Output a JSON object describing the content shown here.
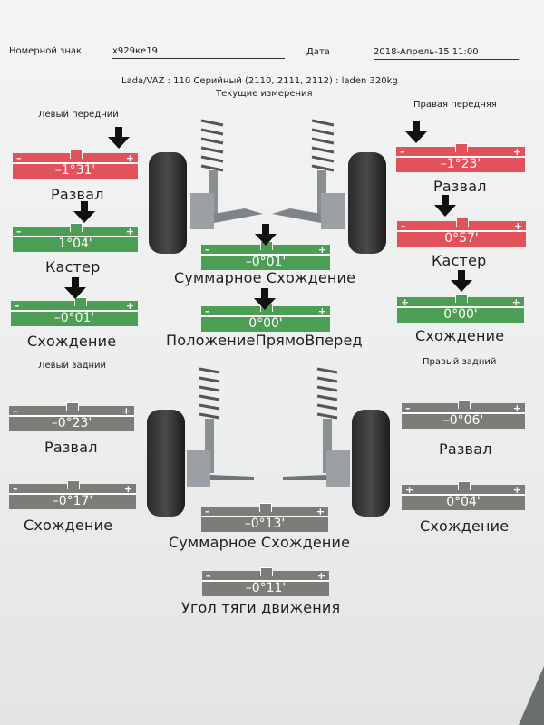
{
  "header": {
    "plate_label": "Номерной знак",
    "plate_value": "x929ке19",
    "date_label": "Дата",
    "date_value": "2018-Апрель-15 11:00",
    "vehicle": "Lada/VAZ : 110 Серийный (2110, 2111, 2112) : laden 320kg",
    "section_current": "Текущие измерения"
  },
  "front": {
    "left_title": "Левый передний",
    "right_title": "Правая передняя",
    "left": {
      "camber": {
        "value": "–1°31'",
        "label": "Развал"
      },
      "caster": {
        "value": "1°04'",
        "label": "Кастер"
      },
      "toe": {
        "value": "–0°01'",
        "label": "Схождение"
      }
    },
    "right": {
      "camber": {
        "value": "–1°23'",
        "label": "Развал"
      },
      "caster": {
        "value": "0°57'",
        "label": "Кастер"
      },
      "toe": {
        "value": "0°00'",
        "label": "Схождение"
      }
    },
    "total_toe": {
      "value": "–0°01'",
      "label": "Суммарное Схождение"
    },
    "straight_ahead": {
      "value": "0°00'",
      "label": "ПоложениеПрямоВперед"
    }
  },
  "rear": {
    "left_title": "Левый задний",
    "right_title": "Правый задний",
    "left": {
      "camber": {
        "value": "–0°23'",
        "label": "Развал"
      },
      "toe": {
        "value": "–0°17'",
        "label": "Схождение"
      }
    },
    "right": {
      "camber": {
        "value": "–0°06'",
        "label": "Развал"
      },
      "toe": {
        "value": "0°04'",
        "label": "Схождение"
      }
    },
    "total_toe": {
      "value": "–0°13'",
      "label": "Суммарное Схождение"
    },
    "thrust_angle": {
      "value": "–0°11'",
      "label": "Угол тяги движения"
    }
  },
  "colors": {
    "out_of_range": "#e2525a",
    "in_range": "#4c9e54",
    "no_spec": "#7c7c79"
  },
  "signs": {
    "minus": "–",
    "plus": "+"
  }
}
